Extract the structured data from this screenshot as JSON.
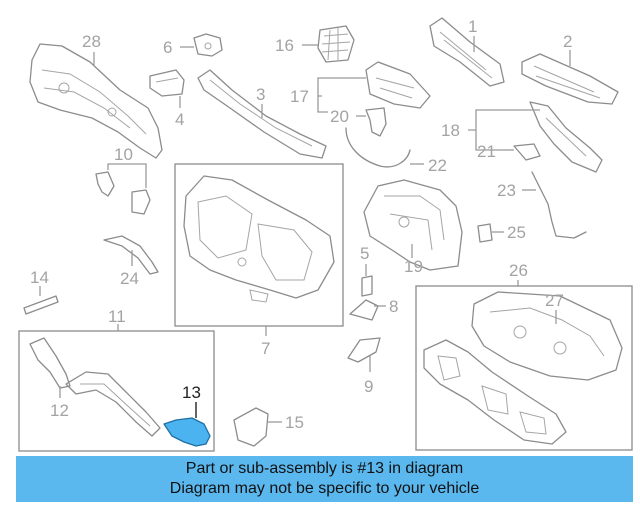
{
  "diagram": {
    "highlight_color": "#4bb3f0",
    "highlighted_part": "13",
    "callouts": {
      "c1": "1",
      "c2": "2",
      "c3": "3",
      "c4": "4",
      "c5": "5",
      "c6": "6",
      "c7": "7",
      "c8": "8",
      "c9": "9",
      "c10": "10",
      "c11": "11",
      "c12": "12",
      "c13": "13",
      "c14": "14",
      "c15": "15",
      "c16": "16",
      "c17": "17",
      "c18": "18",
      "c19": "19",
      "c20": "20",
      "c21": "21",
      "c22": "22",
      "c23": "23",
      "c24": "24",
      "c25": "25",
      "c26": "26",
      "c27": "27",
      "c28": "28"
    }
  },
  "banner": {
    "line1": "Part or sub-assembly is #13 in diagram",
    "line2": "Diagram may not be specific to your vehicle",
    "color": "#5ab8ef"
  }
}
